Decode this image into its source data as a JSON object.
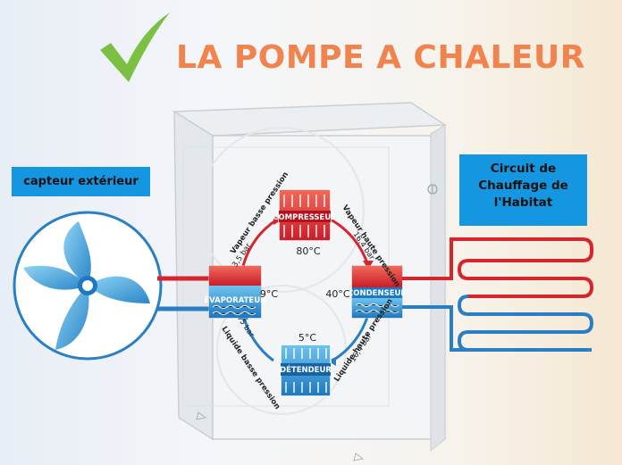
{
  "header": {
    "title": "LA POMPE A CHALEUR",
    "check_icon": "checkmark-icon"
  },
  "left_box": {
    "label": "capteur extérieur"
  },
  "right_box": {
    "lines": [
      "Circuit de",
      "Chauffage de",
      "l'Habitat"
    ]
  },
  "components": {
    "compresseur": "COMPRESSEUR",
    "condenseur": "CONDENSEUR",
    "detendeur": "DÉTENDEUR",
    "evaporateur": "ÉVAPORATEUR"
  },
  "temperatures": {
    "compresseur": "80°C",
    "condenseur": "40°C",
    "detendeur": "5°C",
    "evaporateur": "9°C"
  },
  "arc_labels": {
    "top_left": [
      "Vapeur basse pression",
      "3,5 bar"
    ],
    "top_right": [
      "Vapeur haute pression",
      "16,4 bar"
    ],
    "bottom_left": [
      "Liquide basse pression",
      "5 bar"
    ],
    "bottom_right": [
      "Liquide haute pression",
      "16,4 bar"
    ]
  },
  "colors": {
    "title": "#f0834e",
    "check": "#7cc043",
    "box": "#1497e0",
    "hot": "#d6252c",
    "cold": "#2a7fc4"
  }
}
